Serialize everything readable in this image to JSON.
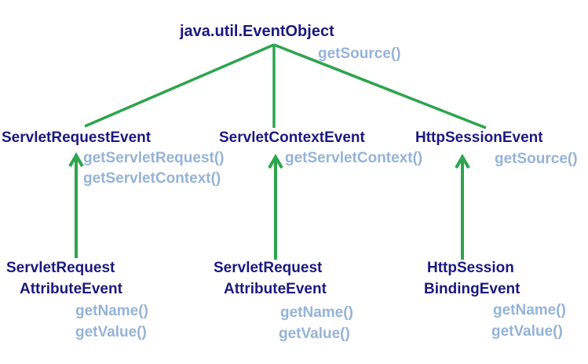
{
  "diagram": {
    "type": "class-inheritance-hierarchy",
    "colors": {
      "class_name": "#1b197e",
      "method_name": "#95b3d7",
      "connector": "#2da44e",
      "background": "#ffffff"
    },
    "root": {
      "name": "java.util.EventObject",
      "methods": [
        "getSource()"
      ]
    },
    "middle": [
      {
        "name": "ServletRequestEvent",
        "methods": [
          "getServletRequest()",
          "getServletContext()"
        ]
      },
      {
        "name": "ServletContextEvent",
        "methods": [
          "getServletContext()"
        ]
      },
      {
        "name": "HttpSessionEvent",
        "methods": [
          "getSource()"
        ]
      }
    ],
    "bottom": [
      {
        "name_line1": "ServletRequest",
        "name_line2": "AttributeEvent",
        "methods": [
          "getName()",
          "getValue()"
        ]
      },
      {
        "name_line1": "ServletRequest",
        "name_line2": "AttributeEvent",
        "methods": [
          "getName()",
          "getValue()"
        ]
      },
      {
        "name_line1": "HttpSession",
        "name_line2": "BindingEvent",
        "methods": [
          "getName()",
          "getValue()"
        ]
      }
    ],
    "edges": [
      {
        "from": "ServletRequestEvent",
        "to": "java.util.EventObject",
        "style": "plain-line"
      },
      {
        "from": "ServletContextEvent",
        "to": "java.util.EventObject",
        "style": "plain-line"
      },
      {
        "from": "HttpSessionEvent",
        "to": "java.util.EventObject",
        "style": "plain-line"
      },
      {
        "from": "ServletRequestAttributeEvent",
        "to": "ServletRequestEvent",
        "style": "up-arrow"
      },
      {
        "from": "ServletRequestAttributeEvent",
        "to": "ServletContextEvent",
        "style": "up-arrow"
      },
      {
        "from": "HttpSessionBindingEvent",
        "to": "HttpSessionEvent",
        "style": "up-arrow"
      }
    ]
  }
}
